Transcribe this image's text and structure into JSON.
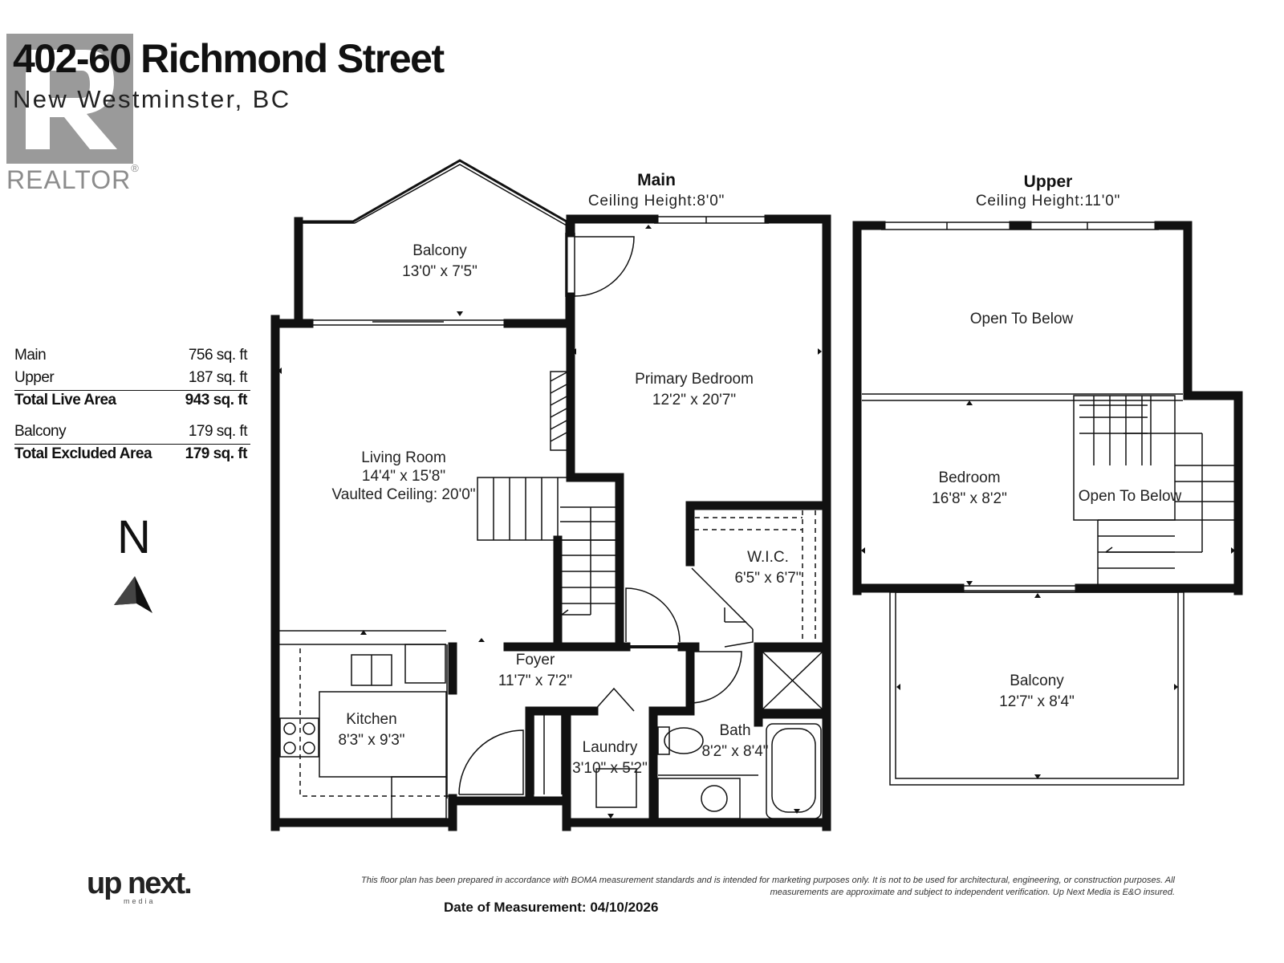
{
  "header": {
    "title": "402-60 Richmond Street",
    "subtitle": "New Westminster, BC"
  },
  "realtor_logo": {
    "text": "REALTOR",
    "mark": "®"
  },
  "areas": [
    {
      "label": "Main",
      "value": "756 sq. ft"
    },
    {
      "label": "Upper",
      "value": "187 sq. ft"
    },
    {
      "label": "Total Live Area",
      "value": "943 sq. ft"
    },
    {
      "label": "Balcony",
      "value": "179 sq. ft"
    },
    {
      "label": "Total Excluded Area",
      "value": "179 sq. ft"
    }
  ],
  "compass": {
    "label": "N",
    "icon": "north-arrow-icon"
  },
  "main_floor": {
    "title": "Main",
    "ceiling": "Ceiling Height:8'0\"",
    "rooms": {
      "balcony": {
        "name": "Balcony",
        "dims": "13'0\" x 7'5\""
      },
      "primary_bedroom": {
        "name": "Primary Bedroom",
        "dims": "12'2\" x 20'7\""
      },
      "living_room": {
        "name": "Living Room",
        "dims": "14'4\" x 15'8\"",
        "note": "Vaulted Ceiling: 20'0\""
      },
      "wic": {
        "name": "W.I.C.",
        "dims": "6'5\" x 6'7\""
      },
      "foyer": {
        "name": "Foyer",
        "dims": "11'7\" x 7'2\""
      },
      "kitchen": {
        "name": "Kitchen",
        "dims": "8'3\" x 9'3\""
      },
      "laundry": {
        "name": "Laundry",
        "dims": "3'10\" x 5'2\""
      },
      "bath": {
        "name": "Bath",
        "dims": "8'2\" x 8'4\""
      }
    }
  },
  "upper_floor": {
    "title": "Upper",
    "ceiling": "Ceiling Height:11'0\"",
    "rooms": {
      "open_top": {
        "name": "Open To Below"
      },
      "bedroom": {
        "name": "Bedroom",
        "dims": "16'8\" x 8'2\""
      },
      "open_stair": {
        "name": "Open To Below"
      },
      "balcony": {
        "name": "Balcony",
        "dims": "12'7\" x 8'4\""
      }
    }
  },
  "footer": {
    "brand": "up next.",
    "brand_sub": "media",
    "disclaimer_line1": "This floor plan has been prepared in accordance with BOMA measurement standards and is intended for marketing purposes only. It is not to be used for architectural, engineering, or construction purposes. All",
    "disclaimer_line2": "measurements are approximate and subject to independent verification. Up Next Media is E&O insured.",
    "date": "Date of Measurement: 04/10/2026"
  }
}
